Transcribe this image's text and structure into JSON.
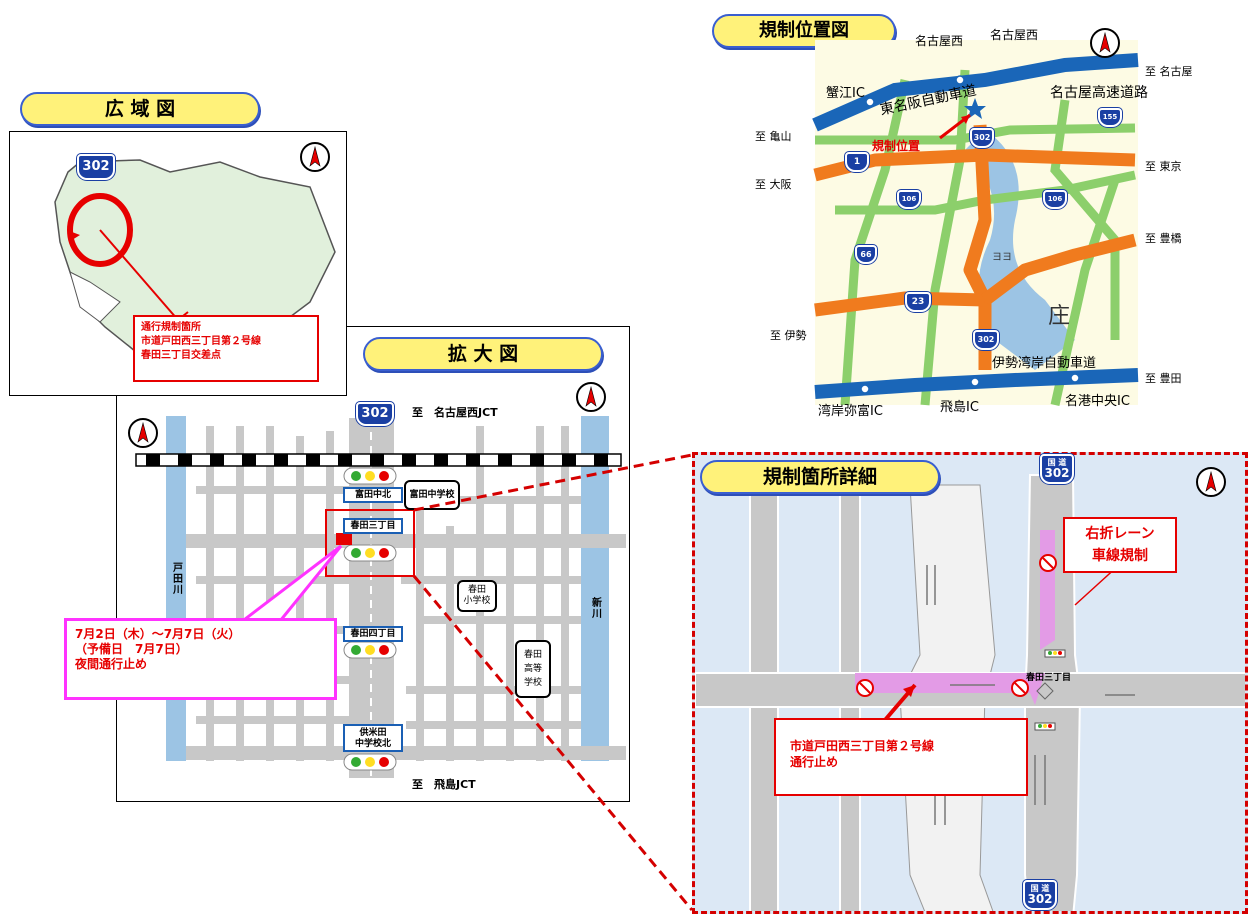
{
  "overview": {
    "title": "広 域 図",
    "route_shield": "302",
    "callout_lines": [
      "通行規制箇所",
      "市道戸田西三丁目第２号線",
      "春田三丁目交差点"
    ]
  },
  "location_map": {
    "title": "規制位置図",
    "labels": {
      "nagoya_nishi_1": "名古屋西",
      "nagoya_nishi_2": "名古屋西",
      "to_nagoya": "至 名古屋",
      "kanie_ic": "蟹江IC",
      "tomei_expressway": "東名阪自動車道",
      "nagoya_expressway": "名古屋高速道路",
      "to_kameyama": "至 亀山",
      "regulation_position": "規制位置",
      "to_tokyo": "至 東京",
      "to_osaka": "至 大阪",
      "to_toyohashi": "至 豊橋",
      "to_ise": "至 伊勢",
      "sho_river": "庄",
      "isewangan": "伊勢湾岸自動車道",
      "to_toyota": "至 豊田",
      "wangan_yatomi_ic": "湾岸弥富IC",
      "tobishima_ic": "飛島IC",
      "meiko_chuo_ic": "名港中央IC",
      "shinkawa_chars": "ヨヨ"
    },
    "routes": [
      "1",
      "302",
      "23",
      "66",
      "106",
      "106",
      "155",
      "302"
    ]
  },
  "enlarged": {
    "title": "拡 大 図",
    "shield": "302",
    "to_north": "至　名古屋西JCT",
    "to_south": "至　飛島JCT",
    "toda_river": "戸\n田\n川",
    "shin_river": "新\n川",
    "signs": {
      "tomida_naka_kita": "富田中北",
      "tomida_jhs": "富田中学校",
      "haruta_3": "春田三丁目",
      "haruta_4": "春田四丁目",
      "kumeta_jhs": "供米田\n中学校北"
    },
    "schools": {
      "haruta_es": "春田\n小学校",
      "haruta_hs": "春田\n高等\n学校"
    },
    "callout_lines": [
      "7月2日（木）～7月7日（火）",
      "（予備日　7月7日）",
      "夜間通行止め"
    ]
  },
  "detail": {
    "title": "規制箇所詳細",
    "shield_top_label": "国 道",
    "shield_top": "302",
    "shield_bottom_label": "国 道",
    "shield_bottom": "302",
    "intersection": "春田三丁目",
    "right_turn_line1": "右折レーン",
    "right_turn_line2": "車線規制",
    "callout_lines": [
      "市道戸田西三丁目第２号線",
      "通行止め"
    ]
  },
  "colors": {
    "road_gray": "#c8c8c8",
    "river_blue": "#9cc4e4",
    "expressway_blue": "#1a66b8",
    "national_orange": "#f07b1e",
    "regional_green": "#8ccf6b",
    "closure_magenta": "#e39be6",
    "alert_red": "#e60000"
  }
}
